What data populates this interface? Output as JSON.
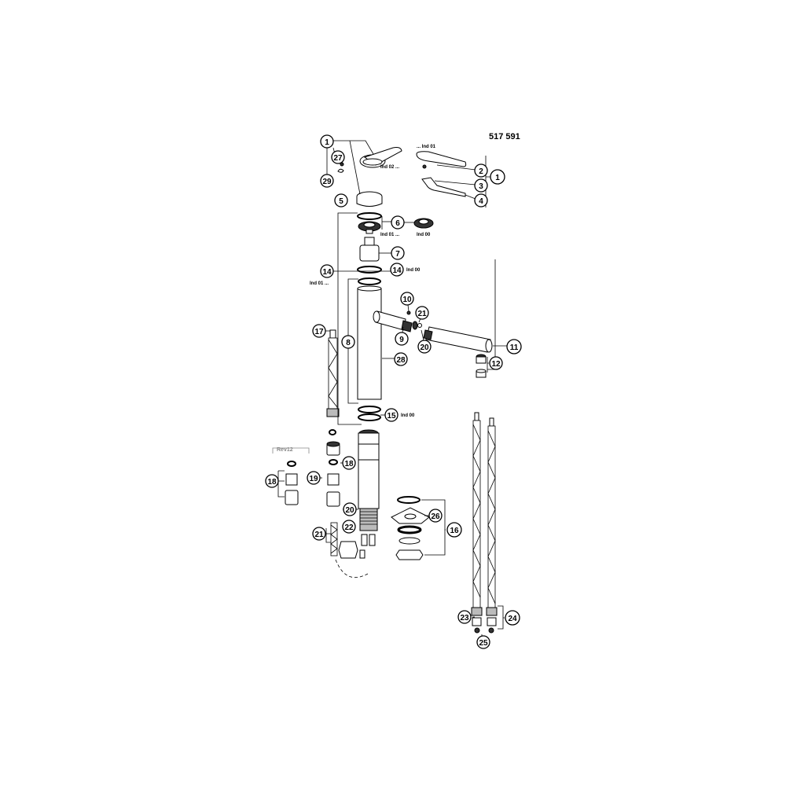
{
  "model_number": "517 591",
  "revision_note": "Rev12",
  "callouts": {
    "c1a": "1",
    "c27": "27",
    "c29": "29",
    "c5": "5",
    "c6": "6",
    "c7": "7",
    "c14a": "14",
    "c14b": "14",
    "c8": "8",
    "c10": "10",
    "c21a": "21",
    "c9": "9",
    "c20a": "20",
    "c11": "11",
    "c12": "12",
    "c28": "28",
    "c17": "17",
    "c15": "15",
    "c2": "2",
    "c3": "3",
    "c4": "4",
    "c1b": "1",
    "c18a": "18",
    "c18b": "18",
    "c19": "19",
    "c20b": "20",
    "c21b": "21",
    "c22": "22",
    "c26": "26",
    "c16": "16",
    "c23": "23",
    "c24": "24",
    "c25": "25"
  },
  "notes": {
    "ind02": "Ind 02 ...",
    "ind01_handle": "... Ind 01",
    "ind01_cart": "Ind 01 ...",
    "ind00_cart": "Ind 00",
    "ind00_oring": "Ind 00",
    "ind01_side": "Ind 01 ...",
    "ind00_bottom": "Ind 00"
  }
}
